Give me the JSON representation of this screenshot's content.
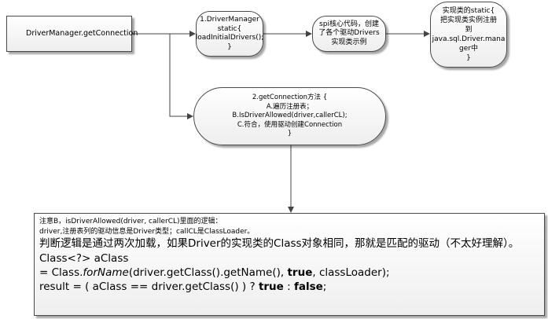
{
  "nodes": {
    "start": {
      "label": "DriverManager.getConnection"
    },
    "load_initial_drivers": {
      "lines": [
        "1.DriverManager",
        "static{",
        "loadInitialDrivers();",
        "}"
      ]
    },
    "spi_core": {
      "lines": [
        "spi核心代码，创建",
        "了各个驱动Drivers",
        "实现类示例"
      ]
    },
    "register": {
      "lines": [
        "实现类的static{",
        "把实现类实例注册",
        "到",
        "java.sql.Driver.mana",
        "ger中",
        "}"
      ]
    },
    "get_connection": {
      "lines": [
        "2.getConnection方法 {",
        "A.遍历注册表；",
        "B.IsDriverAllowed(driver,callerCL);",
        "C.符合，使用驱动创建Connection",
        "}"
      ]
    }
  },
  "note": {
    "line1": "注意B，isDriverAllowed(driver, callerCL)里面的逻辑：",
    "line2": "driver,注册表列的驱动信息是Driver类型；callCL是ClassLoader。",
    "summary": "判断逻辑是通过两次加载，如果Driver的实现类的Class对象相同，那就是匹配的驱动（不太好理解）。",
    "code1": "Class<?> aClass",
    "code2_a": "= Class.",
    "code2_b": "forName",
    "code2_c": "(driver.getClass().getName(), ",
    "code2_d": "true",
    "code2_e": ", classLoader);",
    "code3_a": "result = ( aClass == driver.getClass() ) ? ",
    "code3_b": "true",
    "code3_c": " : ",
    "code3_d": "false",
    "code3_e": ";"
  },
  "colors": {
    "line": "#444444",
    "border": "#4a4a4a"
  }
}
